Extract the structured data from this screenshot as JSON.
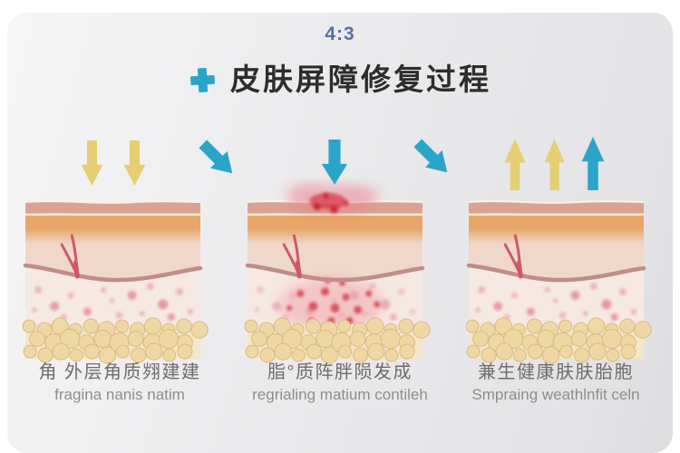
{
  "frame": {
    "aspect_label": "4:3"
  },
  "header": {
    "title": "皮肤屏障修复过程"
  },
  "icons": {
    "title_icon": "medical-plus-icon",
    "stage1_arrows": [
      "yellow-down-arrow",
      "yellow-down-arrow"
    ],
    "stage2_arrows": [
      "teal-down-arrow"
    ],
    "stage3_arrows": [
      "yellow-up-arrow",
      "yellow-up-arrow",
      "teal-up-arrow"
    ],
    "connectors": [
      "teal-diagonal-down-right-arrow",
      "teal-diagonal-down-right-arrow"
    ]
  },
  "colors": {
    "accent_teal": "#2aa5c8",
    "accent_yellow": "#e6ce72",
    "aspect_label_text": "#5571a2",
    "title_text": "#2d2d2d",
    "caption_primary": "#6d6d6d",
    "caption_secondary": "#8d8d8d",
    "card_background": "#ececee",
    "inflammation_red": "#d63f4e",
    "skin_surface": "#d9a294",
    "skin_corneum_orange": "#e7a768",
    "skin_dermis": "#f6e9e2",
    "fat_cell": "#f0d8a4"
  },
  "stages": [
    {
      "name": "stage-1-exposure",
      "skin": {
        "inflamed": false
      },
      "caption_cn": "角 外层角质翙建建",
      "caption_en": "fragina nanis natim"
    },
    {
      "name": "stage-2-damage-repair",
      "skin": {
        "inflamed": true
      },
      "caption_cn": "脂°质阵胖陨发成",
      "caption_en": "regrialing matium contileh"
    },
    {
      "name": "stage-3-healthy-regeneration",
      "skin": {
        "inflamed": false
      },
      "caption_cn": "兼生健康肤肤胎胞",
      "caption_en": "Smpraing weathlnfit celn"
    }
  ]
}
